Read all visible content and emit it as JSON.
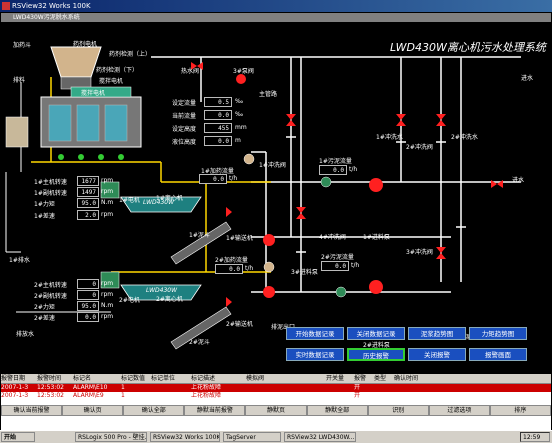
{
  "window": {
    "title": "RSView32 Works 100K",
    "inner_title": "LWD430W污泥脱水系统"
  },
  "page_title": "LWD430W离心机污水处理系统",
  "equipment_labels": {
    "hopper_motor": "药剂电机",
    "hopper_level_high": "药剂检测（上）",
    "hopper_level_low": "药剂检测（下）",
    "mixer_motor": "搅拌电机",
    "feed_hopper": "加药斗",
    "discharge": "排料",
    "agitator": "搅拌电机",
    "pump3": "3#泵阀",
    "pump_hot": "热水阀",
    "main_water": "主管路",
    "water_inlet": "进水",
    "water_in2": "进水",
    "centrifuge1": "1#离心机",
    "centrifuge2": "2#离心机",
    "motor1": "1#电机",
    "motor2": "2#电机",
    "conveyor1": "1#输送机",
    "conveyor2": "2#输送机",
    "slurry1": "1#泥斗",
    "slurry2": "2#泥斗",
    "pump_feed1": "1#进料泵",
    "pump_feed2": "2#进料泵",
    "pump_feed3": "3#进料泵",
    "pump_wash1": "1#冲洗阀",
    "pump_wash2": "2#冲洗阀",
    "pump_wash3": "3#冲洗阀",
    "pump_wash4": "4#冲洗阀",
    "flush1": "1#冲洗水",
    "flush2": "2#冲洗水",
    "drain1": "1#排水",
    "drain2": "排放水",
    "mud_out1": "排泥",
    "mud_out2": "排泥出口"
  },
  "readings": {
    "set_flow": {
      "label": "设定流量",
      "value": "0.5",
      "unit": "‰"
    },
    "current_flow": {
      "label": "当前流量",
      "value": "0.0",
      "unit": "‰"
    },
    "set_height": {
      "label": "设定高度",
      "value": "455",
      "unit": "mm"
    },
    "water_level": {
      "label": "液位高度",
      "value": "0.0",
      "unit": "m"
    },
    "flow1_label": "1#加药流量",
    "flow1": {
      "value": "0.0",
      "unit": "t/h"
    },
    "flow2_label": "2#加药流量",
    "flow2": {
      "value": "0.0",
      "unit": "t/h"
    },
    "flow3_label": "1#污泥流量",
    "flow3": {
      "value": "0.0",
      "unit": "t/h"
    },
    "flow4_label": "2#污泥流量",
    "flow4": {
      "value": "0.0",
      "unit": "t/h"
    }
  },
  "centrifuge1": {
    "main_speed": {
      "label": "1#主机转速",
      "value": "1677",
      "unit": "rpm"
    },
    "aux_speed": {
      "label": "1#副机转速",
      "value": "1497",
      "unit": "rpm"
    },
    "torque": {
      "label": "1#力矩",
      "value": "95.0",
      "unit": "N.m"
    },
    "diff_speed": {
      "label": "1#差速",
      "value": "2.0",
      "unit": "rpm"
    },
    "name": "LWD430W"
  },
  "centrifuge2": {
    "main_speed": {
      "label": "2#主机转速",
      "value": "0",
      "unit": "rpm"
    },
    "aux_speed": {
      "label": "2#副机转速",
      "value": "0",
      "unit": "rpm"
    },
    "torque": {
      "label": "2#力矩",
      "value": "95.0",
      "unit": "N.m"
    },
    "diff_speed": {
      "label": "2#差速",
      "value": "0.0",
      "unit": "rpm"
    },
    "name": "LWD430W"
  },
  "buttons": [
    {
      "label": "开始数据记录",
      "active": false
    },
    {
      "label": "关闭数据记录",
      "active": false
    },
    {
      "label": "泥浆趋势图",
      "active": false
    },
    {
      "label": "力矩趋势图",
      "active": false
    },
    {
      "label": "实时数据记录",
      "active": false
    },
    {
      "label": "历史报警",
      "active": true
    },
    {
      "label": "关闭报警",
      "active": false
    },
    {
      "label": "报警画面",
      "active": false
    }
  ],
  "alarm": {
    "headers": [
      "报警日期",
      "报警时间",
      "标记名",
      "标记数值",
      "标记单位",
      "标记描述",
      "模拟阀",
      "开关量",
      "报警",
      "类型",
      "确认时间"
    ],
    "rows": [
      [
        "2007-1-3",
        "12:53:02",
        "ALARM\\E10",
        "1",
        "",
        "上花粉故障",
        "",
        "",
        "开",
        "",
        ""
      ],
      [
        "2007-1-3",
        "12:53:02",
        "ALARM\\E9",
        "1",
        "",
        "上花粉故障",
        "",
        "",
        "开",
        "",
        ""
      ]
    ],
    "buttons": [
      "确认当前报警",
      "确认页",
      "确认全部",
      "静默当前报警",
      "静默页",
      "静默全部",
      "识别",
      "过滤选项",
      "排序"
    ]
  },
  "taskbar": {
    "start": "开始",
    "tasks": [
      "RSLogix 500 Pro - 壁挂...",
      "RSView32 Works 100K",
      "TagServer",
      "RSView32 LWD430W..."
    ],
    "clock": "12:59"
  },
  "colors": {
    "pipe": "#ffffff",
    "valve_red": "#ff2020",
    "flow_green": "#2e8b57",
    "centrifuge": "#1e8080",
    "button_blue": "#1a4fbf",
    "alarm_red": "#cc0000"
  }
}
